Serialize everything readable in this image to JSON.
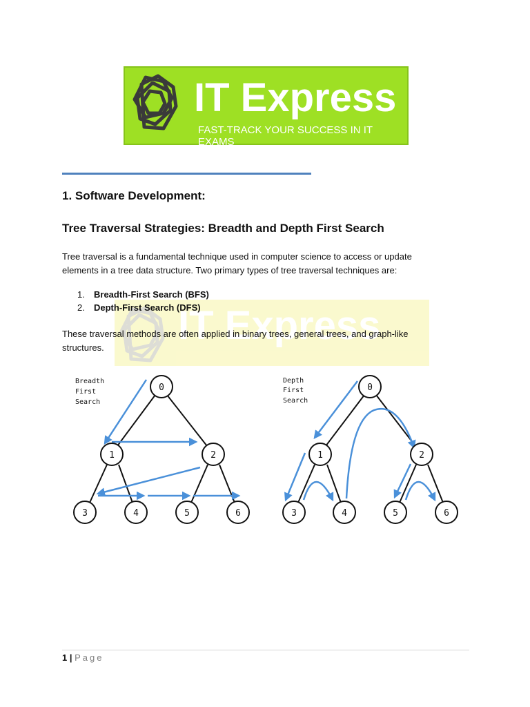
{
  "logo": {
    "title": "IT Express",
    "tagline": "FAST-TRACK YOUR SUCCESS IN IT EXAMS",
    "colors": {
      "background": "#9ee024",
      "text": "#ffffff",
      "mark": "#3a3a3a"
    }
  },
  "heading1": "1. Software Development:",
  "heading2": "Tree Traversal Strategies: Breadth and Depth First Search",
  "intro": "Tree traversal is a fundamental technique used in computer science to access or update elements in a tree data structure. Two primary types of tree traversal techniques are:",
  "list": [
    {
      "num": "1.",
      "text": "Breadth-First Search (BFS)"
    },
    {
      "num": "2.",
      "text": "Depth-First Search (DFS)"
    }
  ],
  "closing": "These traversal methods are often applied in binary trees, general trees, and graph-like structures.",
  "watermark": {
    "text": "IT Express"
  },
  "diagram": {
    "bfs": {
      "label_lines": [
        "Breadth",
        "First",
        "Search"
      ],
      "nodes": [
        "0",
        "1",
        "2",
        "3",
        "4",
        "5",
        "6"
      ]
    },
    "dfs": {
      "label_lines": [
        "Depth",
        "First",
        "Search"
      ],
      "nodes": [
        "0",
        "1",
        "2",
        "3",
        "4",
        "5",
        "6"
      ]
    },
    "arrow_color": "#4a90d9",
    "edge_color": "#111111"
  },
  "footer": {
    "page_number": "1",
    "separator": "|",
    "label": "Page"
  },
  "colors": {
    "rule": "#4f81bd"
  }
}
